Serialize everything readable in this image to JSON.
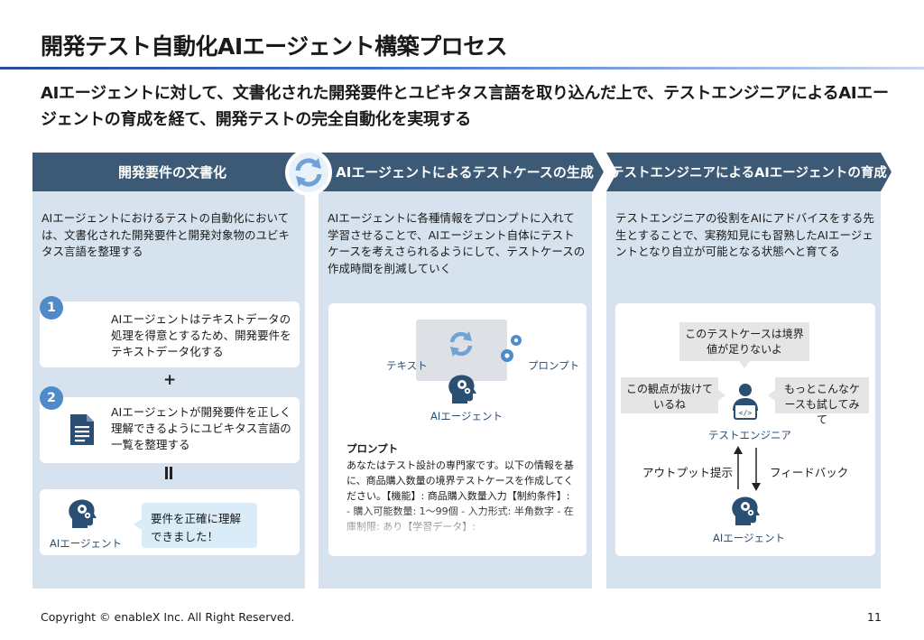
{
  "title": "開発テスト自動化AIエージェント構築プロセス",
  "subtitle": "AIエージェントに対して、文書化された開発要件とユビキタス言語を取り込んだ上で、テストエンジニアによるAIエージェントの育成を経て、開発テストの完全自動化を実現する",
  "columns": [
    {
      "header": "開発要件の文書化",
      "description": "AIエージェントにおけるテストの自動化においては、文書化された開発要件と開発対象物のユビキタス言語を整理する"
    },
    {
      "header": "AIエージェントによるテストケースの生成",
      "description": "AIエージェントに各種情報をプロンプトに入れて学習させることで、AIエージェント自体にテストケースを考えさられるようにして、テストケースの作成時間を削減していく"
    },
    {
      "header": "テストエンジニアによるAIエージェントの育成",
      "description": "テストエンジニアの役割をAIにアドバイスをする先生とすることで、実務知見にも習熟したAIエージェントとなり自立が可能となる状態へと育てる"
    }
  ],
  "steps": [
    {
      "number": "1",
      "text": "AIエージェントはテキストデータの処理を得意とするため、開発要件をテキストデータ化する"
    },
    {
      "number": "2",
      "text": "AIエージェントが開発要件を正しく理解できるようにユビキタス言語の一覧を整理する"
    }
  ],
  "operators": {
    "plus": "+",
    "equals": "ll"
  },
  "agent_result": {
    "label": "AIエージェント",
    "bubble": "要件を正確に理解できました！"
  },
  "panel2": {
    "text_label": "テキスト",
    "prompt_label": "プロンプト",
    "agent_label": "AIエージェント",
    "prompt_heading": "プロンプト",
    "prompt_body": "あなたはテスト設計の専門家です。以下の情報を基に、商品購入数量の境界テストケースを作成してください。【機能】: 商品購入数量入力【制約条件】: - 購入可能数量: 1〜99個 - 入力形式: 半角数字 - 在庫制限: あり【学習データ】:"
  },
  "panel3": {
    "bubble_top": "このテストケースは境界値が足りないよ",
    "bubble_left": "この観点が抜けているね",
    "bubble_right": "もっとこんなケースも試してみて",
    "engineer_label": "テストエンジニア",
    "output_label": "アウトプット提示",
    "feedback_label": "フィードバック",
    "agent_label": "AIエージェント"
  },
  "colors": {
    "header": "#3c5a75",
    "column_bg": "#d6e3ee",
    "badge": "#4f8ac9",
    "icon": "#2b4f72",
    "cycle": "#6fa3d8"
  },
  "footer": "Copyright © enableX Inc. All Right Reserved.",
  "page_number": "11"
}
